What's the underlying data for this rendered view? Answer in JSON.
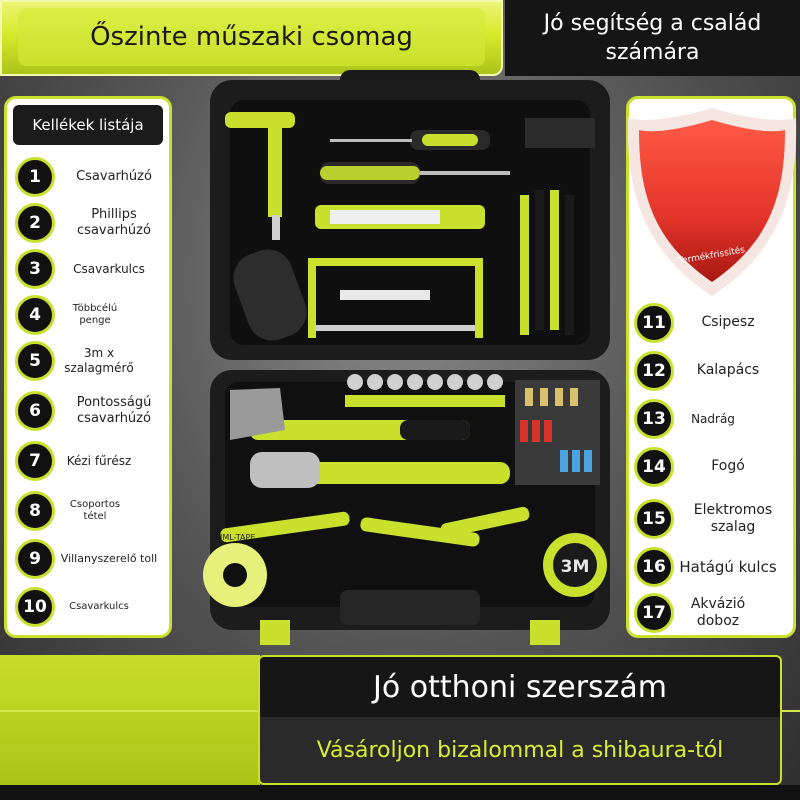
{
  "top": {
    "title": "Őszinte műszaki csomag",
    "slogan_line1": "Jó segítség a család",
    "slogan_line2": "számára"
  },
  "left_list": {
    "header": "Kellékek listája",
    "items": [
      {
        "num": "1",
        "label": "Csavarhúzó"
      },
      {
        "num": "2",
        "label": "Phillips csavarhúzó"
      },
      {
        "num": "3",
        "label": "Csavarkulcs"
      },
      {
        "num": "4",
        "label": "Többcélú penge"
      },
      {
        "num": "5",
        "label": "3m x szalagmérő"
      },
      {
        "num": "6",
        "label": "Pontosságú csavarhúzó"
      },
      {
        "num": "7",
        "label": "Kézi fűrész"
      },
      {
        "num": "8",
        "label": "Csoportos tétel"
      },
      {
        "num": "9",
        "label": "Villanyszerelő toll"
      },
      {
        "num": "10",
        "label": "Csavarkulcs"
      }
    ]
  },
  "right_list": {
    "items": [
      {
        "num": "11",
        "label": "Csipesz"
      },
      {
        "num": "12",
        "label": "Kalapács"
      },
      {
        "num": "13",
        "label": "Nadrág"
      },
      {
        "num": "14",
        "label": "Fogó"
      },
      {
        "num": "15",
        "label": "Elektromos szalag"
      },
      {
        "num": "16",
        "label": "Hatágú kulcs"
      },
      {
        "num": "17",
        "label": "Akvázió doboz"
      }
    ]
  },
  "shield": {
    "label": "Termékfrissítés"
  },
  "tape": {
    "measure": "3M",
    "brand": "VIML-TAPE"
  },
  "bottom": {
    "title": "Jó otthoni szerszám",
    "subtitle": "Vásároljon bizalommal a shibaura-tól"
  },
  "colors": {
    "accent": "#c9e12d",
    "dark": "#151515",
    "shield_red": "#e3342a",
    "text_green": "#d8ee34"
  }
}
